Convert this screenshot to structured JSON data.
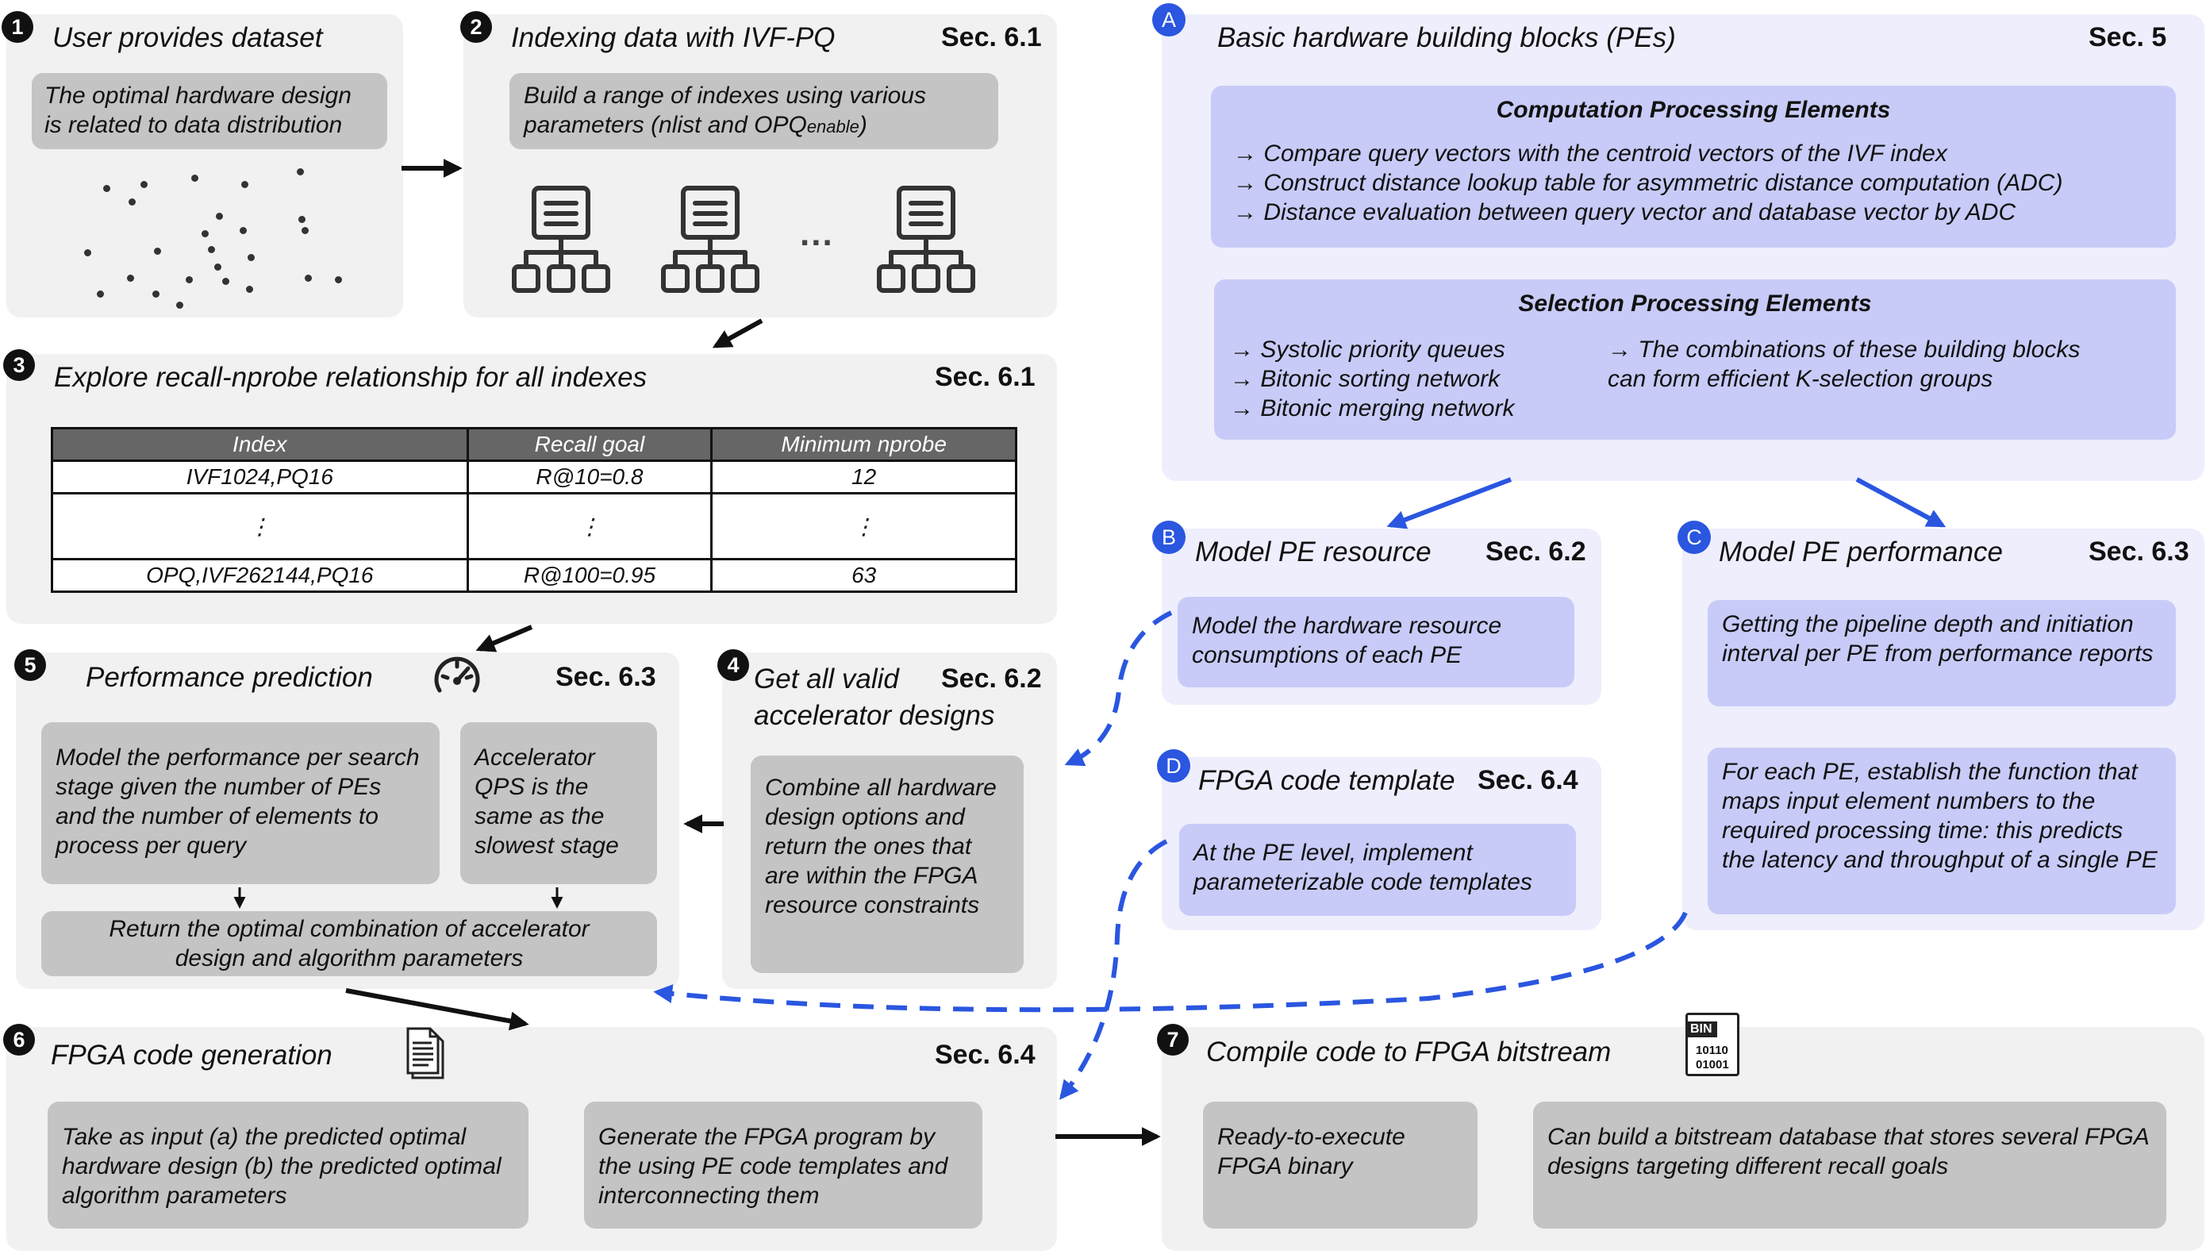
{
  "steps": {
    "s1": {
      "num": "1",
      "title": "User provides dataset",
      "box": "The optimal hardware design is related to data distribution"
    },
    "s2": {
      "num": "2",
      "title": "Indexing data with IVF-PQ",
      "sec": "Sec. 6.1",
      "box_main": "Build a range of indexes using various parameters (nlist and OPQ",
      "box_sub": "enable",
      "box_end": ")",
      "ellipsis": "..."
    },
    "s3": {
      "num": "3",
      "title": "Explore recall-nprobe relationship for all indexes",
      "sec": "Sec. 6.1",
      "table": {
        "headers": [
          "Index",
          "Recall goal",
          "Minimum nprobe"
        ],
        "rows": [
          [
            "IVF1024,PQ16",
            "R@10=0.8",
            "12"
          ],
          [
            "⋮",
            "⋮",
            "⋮"
          ],
          [
            "OPQ,IVF262144,PQ16",
            "R@100=0.95",
            "63"
          ]
        ]
      }
    },
    "s4": {
      "num": "4",
      "title_l1": "Get all valid",
      "title_l2": "accelerator designs",
      "sec": "Sec. 6.2",
      "box": "Combine all hardware design options and return the ones that are within the FPGA resource constraints"
    },
    "s5": {
      "num": "5",
      "title": "Performance prediction",
      "sec": "Sec. 6.3",
      "box1": "Model the performance per search stage given the number of PEs and the number of elements to process per query",
      "box2": "Accelerator QPS is the same as the slowest stage",
      "box3": "Return the optimal combination of accelerator design and algorithm parameters"
    },
    "s6": {
      "num": "6",
      "title": "FPGA code generation",
      "sec": "Sec. 6.4",
      "box1": "Take as input (a) the predicted optimal hardware design (b) the predicted optimal algorithm parameters",
      "box2": "Generate the FPGA program by the using PE code templates and interconnecting them"
    },
    "s7": {
      "num": "7",
      "title": "Compile code to FPGA bitstream",
      "icon_text_top": "BIN",
      "icon_text_l1": "10110",
      "icon_text_l2": "01001",
      "box1": "Ready-to-execute FPGA binary",
      "box2": "Can build a bitstream database that stores several FPGA designs targeting different recall goals"
    }
  },
  "parts": {
    "A": {
      "letter": "A",
      "title": "Basic hardware building blocks (PEs)",
      "sec": "Sec. 5",
      "comp_title": "Computation Processing Elements",
      "comp_items": [
        "→ Compare query vectors with the centroid vectors of the IVF index",
        "→ Construct distance lookup table for asymmetric distance computation (ADC)",
        "→ Distance evaluation between query vector and database vector by ADC"
      ],
      "sel_title": "Selection Processing Elements",
      "sel_items": [
        "→ Systolic priority queues",
        "→ Bitonic sorting network",
        "→ Bitonic merging network"
      ],
      "sel_note_l1": "→ The combinations of these building blocks",
      "sel_note_l2": "can form efficient K-selection groups"
    },
    "B": {
      "letter": "B",
      "title": "Model PE resource",
      "sec": "Sec. 6.2",
      "box": "Model the hardware resource consumptions of each PE"
    },
    "C": {
      "letter": "C",
      "title": "Model PE performance",
      "sec": "Sec. 6.3",
      "box1": "Getting the pipeline depth and initiation interval per PE from performance reports",
      "box2": "For each PE, establish the function that maps input element numbers to the required processing time: this predicts the latency and throughput of a single PE"
    },
    "D": {
      "letter": "D",
      "title": "FPGA code template",
      "sec": "Sec. 6.4",
      "box": "At the PE level, implement parameterizable code templates"
    }
  },
  "colors": {
    "panel_gray": "#f1f1f1",
    "panel_blue": "#eeeefd",
    "box_gray": "#c4c4c4",
    "box_blue": "#c8cbf7",
    "accent_blue": "#2a56e0",
    "arrow_black": "#111111"
  },
  "icons": [
    "index-tree-icon",
    "speedometer-icon",
    "document-icon",
    "binary-file-icon"
  ]
}
